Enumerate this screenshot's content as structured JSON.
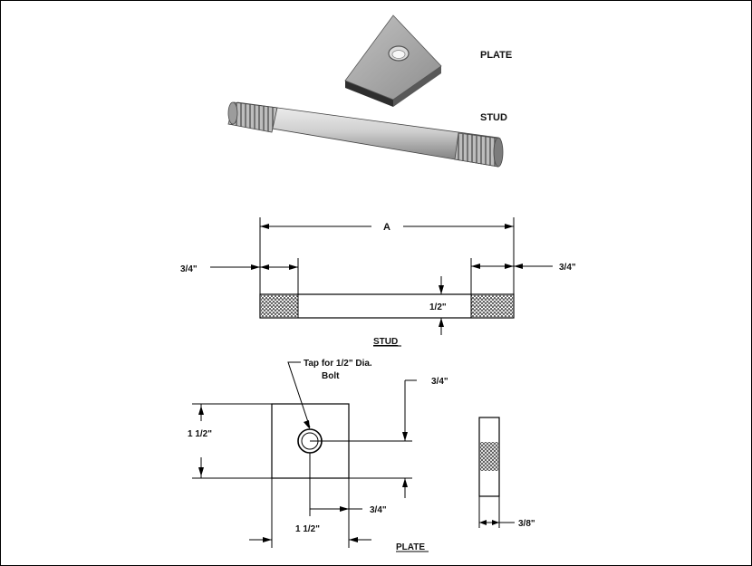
{
  "labels": {
    "plate_3d": "PLATE",
    "stud_3d": "STUD",
    "dim_a": "A",
    "stud_thread_left": "3/4\"",
    "stud_thread_right": "3/4\"",
    "stud_dia": "1/2\"",
    "stud_title": "STUD",
    "tap_note_line1": "Tap for 1/2\" Dia.",
    "tap_note_line2": "Bolt",
    "plate_hole_height": "3/4\"",
    "plate_height": "1 1/2\"",
    "plate_hole_offset": "3/4\"",
    "plate_width": "1 1/2\"",
    "plate_thickness": "3/8\"",
    "plate_title": "PLATE"
  },
  "colors": {
    "plate_top": "#a9a9a9",
    "plate_side_dark": "#3a3a3a",
    "plate_side_mid": "#7a7a7a",
    "stud_body": "#c8c8c8",
    "line": "#000000"
  }
}
